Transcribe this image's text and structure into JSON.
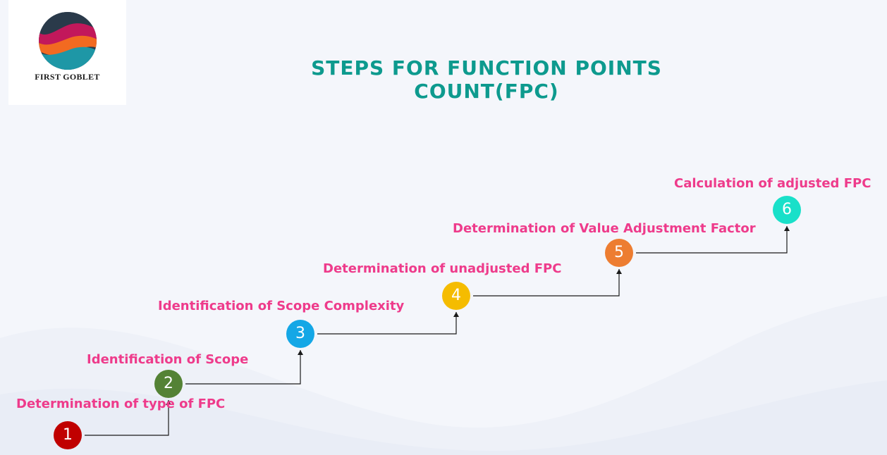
{
  "brand": {
    "name": "FIRST GOBLET"
  },
  "title": "STEPS FOR FUNCTION POINTS COUNT(FPC)",
  "steps": [
    {
      "number": "1",
      "label": "Determination of type of FPC",
      "color": "#c00000"
    },
    {
      "number": "2",
      "label": "Identification of Scope",
      "color": "#548235"
    },
    {
      "number": "3",
      "label": "Identification of Scope Complexity",
      "color": "#14a7e6"
    },
    {
      "number": "4",
      "label": "Determination of unadjusted FPC",
      "color": "#f5bc00"
    },
    {
      "number": "5",
      "label": "Determination of Value Adjustment Factor",
      "color": "#ed7d31"
    },
    {
      "number": "6",
      "label": "Calculation of adjusted FPC",
      "color": "#19e0c9"
    }
  ],
  "colors": {
    "title": "#0d9a8e",
    "label": "#ee3b8b",
    "connector": "#1a1a1a"
  }
}
